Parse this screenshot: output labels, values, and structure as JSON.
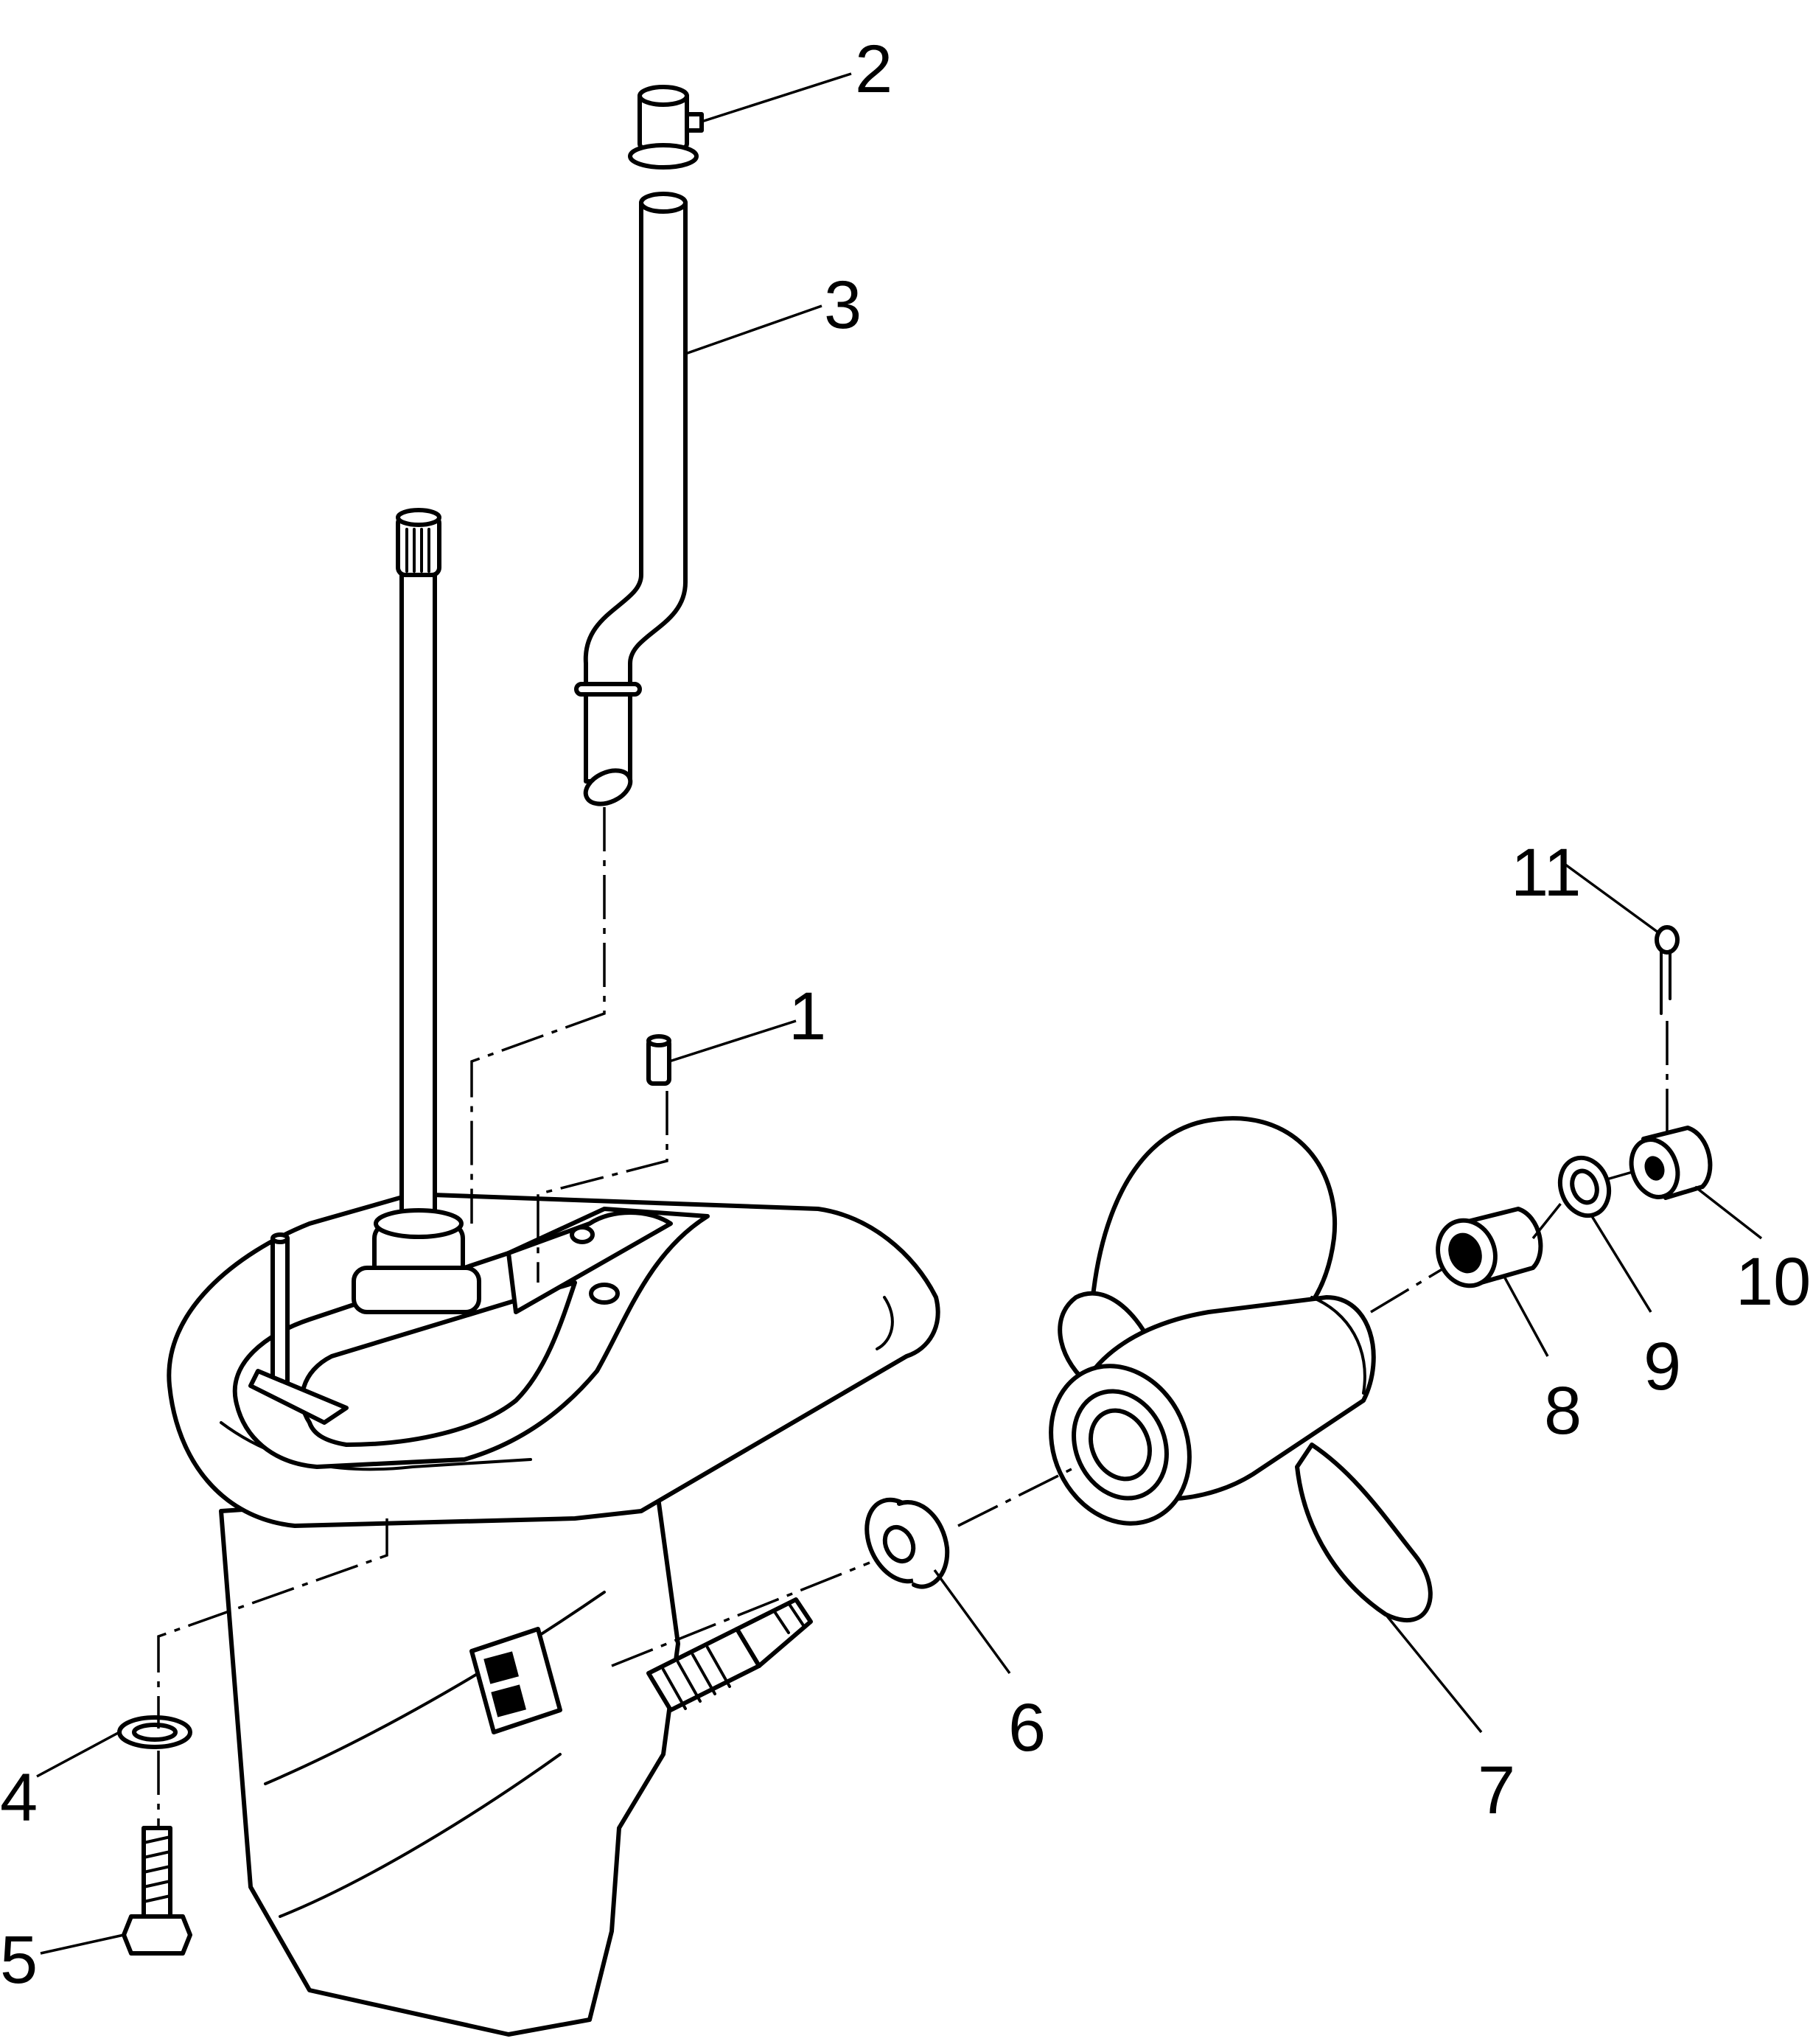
{
  "callouts": [
    "1",
    "2",
    "3",
    "4",
    "5",
    "6",
    "7",
    "8",
    "9",
    "10",
    "11"
  ],
  "colors": {
    "line": "#000000",
    "background": "#ffffff"
  }
}
